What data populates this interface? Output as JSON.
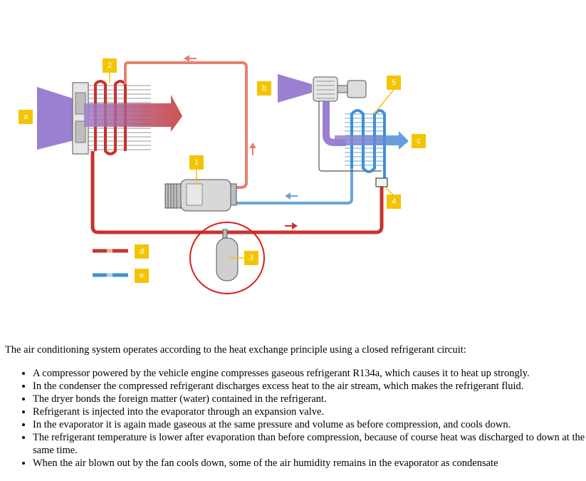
{
  "diagram": {
    "labels": {
      "a": "a",
      "b": "b",
      "c": "c",
      "d": "d",
      "e": "e",
      "n1": "1",
      "n2": "2",
      "n3": "3",
      "n4": "4",
      "n5": "5"
    },
    "colors": {
      "high_pressure_red": "#c7332e",
      "hot_gas_light": "#e8806e",
      "cold_blue": "#6aa6d8",
      "label_yellow": "#f5c400",
      "air_purple": "#9b7fd0",
      "annotation_circle": "#d81f1f"
    }
  },
  "text": {
    "intro": "The air conditioning system operates according to the heat exchange principle using a closed refrigerant circuit:",
    "bullets": [
      "A compressor powered by the vehicle engine compresses gaseous refrigerant R134a, which causes it to heat up strongly.",
      "In the condenser the compressed refrigerant discharges excess heat to the air stream, which makes the refrigerant fluid.",
      "The dryer bonds the foreign matter (water) contained in the refrigerant.",
      "Refrigerant is injected into the evaporator through an expansion valve.",
      "In the evaporator it is again made gaseous at the same pressure and volume as before compression, and cools down.",
      "The refrigerant temperature is lower after evaporation than before compression, because of course heat was discharged to down at the same time.",
      "When the air blown out by the fan cools down, some of the air humidity remains in the evaporator as condensate"
    ]
  }
}
